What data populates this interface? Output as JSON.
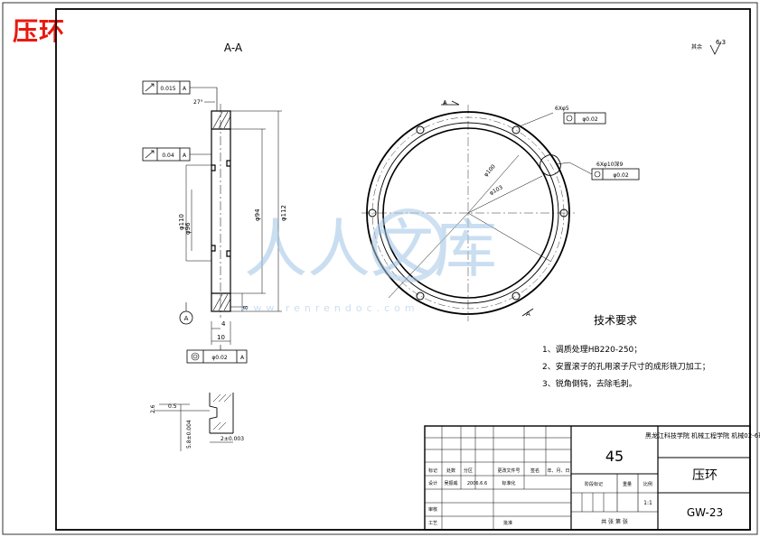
{
  "header": {
    "title": "压环"
  },
  "section_view": {
    "label": "A-A"
  },
  "roughness_note": {
    "label": "其余",
    "value": "6.3"
  },
  "tolerance_frames": {
    "runout_1": {
      "value": "0.015",
      "datum": "A"
    },
    "runout_2": {
      "value": "0.04",
      "datum": "A"
    },
    "concentric": {
      "value": "φ0.02",
      "datum": "A"
    },
    "holes_6x5": {
      "spec": "6Xφ5",
      "value": "φ0.02"
    },
    "holes_6x10": {
      "spec": "6Xφ10深9",
      "value": "φ0.02"
    }
  },
  "dimensions": {
    "angle": "27°",
    "d_112": "φ112",
    "d_94": "φ94",
    "d_110": "φ110",
    "d_96": "φ96",
    "w_4": "4",
    "w_10": "10",
    "w_8": "8",
    "d_103": "φ103",
    "d_100": "φ100",
    "detail_a": "2.6",
    "detail_b": "0.5",
    "detail_c": "5.8±0.004",
    "detail_d": "2±0.003",
    "section_arrow": "A"
  },
  "tech_requirements": {
    "heading": "技术要求",
    "items": [
      "1、调质处理HB220-250；",
      "2、安置滚子的孔用滚子尺寸的成形铣刀加工；",
      "3、锐角倒钝，去除毛刺。"
    ]
  },
  "watermark": {
    "main": "人人文库",
    "url": "www.renrendoc.com"
  },
  "title_block": {
    "material": "45",
    "school": "黑龙江科技学院 机械工程学院 机械02-6班",
    "part_name": "压环",
    "drawing_no": "GW-23",
    "row_labels": [
      "标记",
      "处数",
      "分区",
      "更改文件号",
      "签名",
      "年、月、日"
    ],
    "designer_label": "设计",
    "designer": "吴振威",
    "design_date": "2006.6.6",
    "standardize": "标准化",
    "stage_label": "阶段标记",
    "weight_label": "重量",
    "scale_label": "比例",
    "scale": "1:1",
    "review": "审核",
    "process": "工艺",
    "approve": "批准",
    "sheets": "共 张 第 张"
  }
}
